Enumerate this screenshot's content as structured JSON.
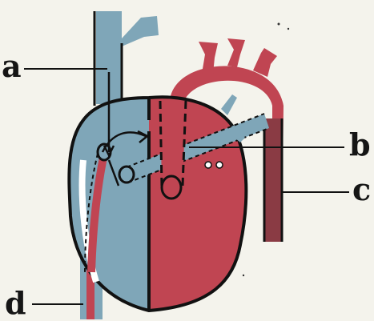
{
  "labels": {
    "a": "a",
    "b": "b",
    "c": "c",
    "d": "d"
  },
  "colors": {
    "background": "#f4f3ec",
    "venous_blue": "#7fa6b8",
    "arterial_red": "#c04552",
    "aorta_dark": "#8a3b44",
    "outline": "#111111",
    "highlight": "#ffffff"
  }
}
